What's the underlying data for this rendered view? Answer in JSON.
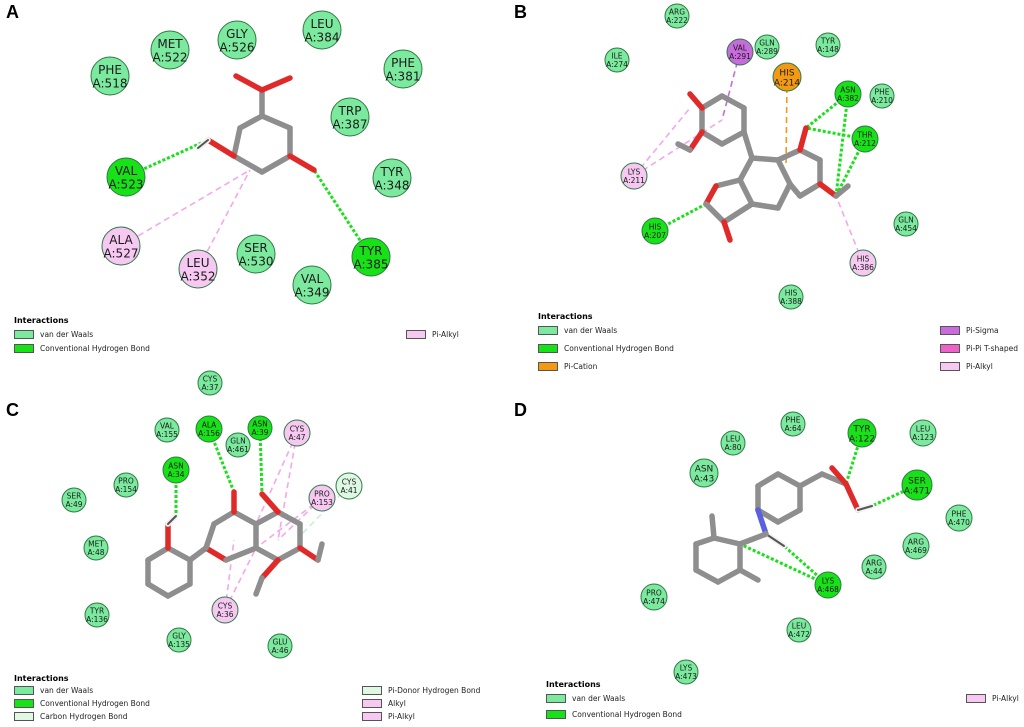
{
  "colors": {
    "vdw": "#7bea9e",
    "hbond": "#17e117",
    "pi_alkyl": "#f6c8f2",
    "pi_sigma": "#c86bdc",
    "pi_cation": "#f39a12",
    "pi_pi_tshaped": "#ee62c7",
    "alkyl": "#f6c8f2",
    "carbon_hbond": "#dff8e4",
    "pi_donor_hbond": "#dff8e4",
    "bond": "#8e8e8e",
    "oxygen": "#e02a2a",
    "nitrogen": "#5a60e0"
  },
  "legend_title": "Interactions",
  "panels": [
    {
      "letter": "A",
      "residues": [
        {
          "name": "PHE",
          "num": "A:518",
          "type": "vdw"
        },
        {
          "name": "MET",
          "num": "A:522",
          "type": "vdw"
        },
        {
          "name": "GLY",
          "num": "A:526",
          "type": "vdw"
        },
        {
          "name": "LEU",
          "num": "A:384",
          "type": "vdw"
        },
        {
          "name": "PHE",
          "num": "A:381",
          "type": "vdw"
        },
        {
          "name": "TRP",
          "num": "A:387",
          "type": "vdw"
        },
        {
          "name": "TYR",
          "num": "A:348",
          "type": "vdw"
        },
        {
          "name": "VAL",
          "num": "A:523",
          "type": "hbond"
        },
        {
          "name": "TYR",
          "num": "A:385",
          "type": "hbond"
        },
        {
          "name": "ALA",
          "num": "A:527",
          "type": "pi_alkyl"
        },
        {
          "name": "LEU",
          "num": "A:352",
          "type": "pi_alkyl"
        },
        {
          "name": "SER",
          "num": "A:530",
          "type": "vdw"
        },
        {
          "name": "VAL",
          "num": "A:349",
          "type": "vdw"
        }
      ],
      "legend": [
        {
          "label": "van der Waals",
          "type": "vdw"
        },
        {
          "label": "Conventional Hydrogen Bond",
          "type": "hbond"
        },
        {
          "label": "Pi-Alkyl",
          "type": "pi_alkyl"
        }
      ]
    },
    {
      "letter": "B",
      "residues": [
        {
          "name": "ARG",
          "num": "A:222",
          "type": "vdw"
        },
        {
          "name": "ILE",
          "num": "A:274",
          "type": "vdw"
        },
        {
          "name": "VAL",
          "num": "A:291",
          "type": "pi_sigma"
        },
        {
          "name": "GLN",
          "num": "A:289",
          "type": "vdw"
        },
        {
          "name": "TYR",
          "num": "A:148",
          "type": "vdw"
        },
        {
          "name": "HIS",
          "num": "A:214",
          "type": "pi_cation"
        },
        {
          "name": "ASN",
          "num": "A:382",
          "type": "hbond"
        },
        {
          "name": "PHE",
          "num": "A:210",
          "type": "vdw"
        },
        {
          "name": "THR",
          "num": "A:212",
          "type": "hbond"
        },
        {
          "name": "LYS",
          "num": "A:211",
          "type": "pi_alkyl"
        },
        {
          "name": "GLN",
          "num": "A:454",
          "type": "vdw"
        },
        {
          "name": "HIS",
          "num": "A:207",
          "type": "hbond"
        },
        {
          "name": "HIS",
          "num": "A:386",
          "type": "pi_alkyl"
        },
        {
          "name": "HIS",
          "num": "A:388",
          "type": "vdw"
        }
      ],
      "legend": [
        {
          "label": "van der Waals",
          "type": "vdw"
        },
        {
          "label": "Conventional Hydrogen Bond",
          "type": "hbond"
        },
        {
          "label": "Pi-Cation",
          "type": "pi_cation"
        },
        {
          "label": "Pi-Sigma",
          "type": "pi_sigma"
        },
        {
          "label": "Pi-Pi T-shaped",
          "type": "pi_pi_tshaped"
        },
        {
          "label": "Pi-Alkyl",
          "type": "pi_alkyl"
        }
      ]
    },
    {
      "letter": "C",
      "residues": [
        {
          "name": "CYS",
          "num": "A:37",
          "type": "vdw"
        },
        {
          "name": "VAL",
          "num": "A:155",
          "type": "vdw"
        },
        {
          "name": "ALA",
          "num": "A:156",
          "type": "hbond"
        },
        {
          "name": "ASN",
          "num": "A:39",
          "type": "hbond"
        },
        {
          "name": "GLN",
          "num": "A:461",
          "type": "vdw"
        },
        {
          "name": "CYS",
          "num": "A:47",
          "type": "pi_alkyl"
        },
        {
          "name": "CYS",
          "num": "A:41",
          "type": "carbon_hbond"
        },
        {
          "name": "PRO",
          "num": "A:154",
          "type": "vdw"
        },
        {
          "name": "ASN",
          "num": "A:34",
          "type": "hbond"
        },
        {
          "name": "PRO",
          "num": "A:153",
          "type": "pi_alkyl"
        },
        {
          "name": "SER",
          "num": "A:49",
          "type": "vdw"
        },
        {
          "name": "MET",
          "num": "A:48",
          "type": "vdw"
        },
        {
          "name": "TYR",
          "num": "A:136",
          "type": "vdw"
        },
        {
          "name": "CYS",
          "num": "A:36",
          "type": "pi_alkyl"
        },
        {
          "name": "GLY",
          "num": "A:135",
          "type": "vdw"
        },
        {
          "name": "GLU",
          "num": "A:46",
          "type": "vdw"
        }
      ],
      "legend": [
        {
          "label": "van der Waals",
          "type": "vdw"
        },
        {
          "label": "Conventional Hydrogen Bond",
          "type": "hbond"
        },
        {
          "label": "Carbon Hydrogen Bond",
          "type": "carbon_hbond"
        },
        {
          "label": "Pi-Donor Hydrogen Bond",
          "type": "pi_donor_hbond"
        },
        {
          "label": "Alkyl",
          "type": "alkyl"
        },
        {
          "label": "Pi-Alkyl",
          "type": "pi_alkyl"
        }
      ]
    },
    {
      "letter": "D",
      "residues": [
        {
          "name": "LEU",
          "num": "A:80",
          "type": "vdw"
        },
        {
          "name": "PHE",
          "num": "A:64",
          "type": "vdw"
        },
        {
          "name": "TYR",
          "num": "A:122",
          "type": "hbond"
        },
        {
          "name": "LEU",
          "num": "A:123",
          "type": "vdw"
        },
        {
          "name": "ASN",
          "num": "A:43",
          "type": "vdw"
        },
        {
          "name": "SER",
          "num": "A:471",
          "type": "hbond"
        },
        {
          "name": "PHE",
          "num": "A:470",
          "type": "vdw"
        },
        {
          "name": "ARG",
          "num": "A:469",
          "type": "vdw"
        },
        {
          "name": "ARG",
          "num": "A:44",
          "type": "vdw"
        },
        {
          "name": "LYS",
          "num": "A:468",
          "type": "hbond"
        },
        {
          "name": "PRO",
          "num": "A:474",
          "type": "vdw"
        },
        {
          "name": "LEU",
          "num": "A:472",
          "type": "vdw"
        },
        {
          "name": "LYS",
          "num": "A:473",
          "type": "vdw"
        }
      ],
      "legend": [
        {
          "label": "van der Waals",
          "type": "vdw"
        },
        {
          "label": "Conventional Hydrogen Bond",
          "type": "hbond"
        },
        {
          "label": "Pi-Alkyl",
          "type": "pi_alkyl"
        }
      ]
    }
  ]
}
